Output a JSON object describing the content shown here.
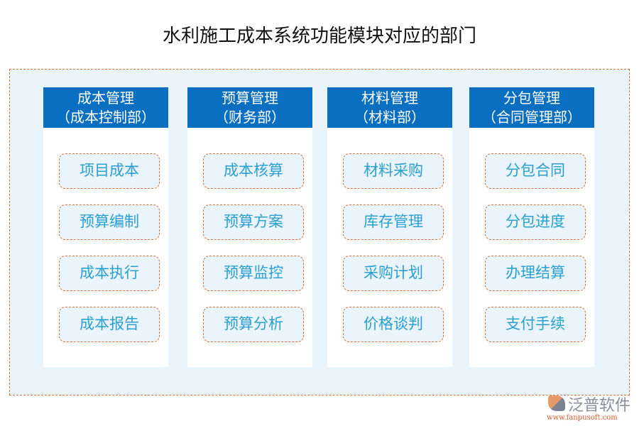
{
  "title": "水利施工成本系统功能模块对应的部门",
  "columns": [
    {
      "title": "成本管理",
      "dept": "（成本控制部）",
      "items": [
        "项目成本",
        "预算编制",
        "成本执行",
        "成本报告"
      ]
    },
    {
      "title": "预算管理",
      "dept": "（财务部）",
      "items": [
        "成本核算",
        "预算方案",
        "预算监控",
        "预算分析"
      ]
    },
    {
      "title": "材料管理",
      "dept": "（材料部）",
      "items": [
        "材料采购",
        "库存管理",
        "采购计划",
        "价格谈判"
      ]
    },
    {
      "title": "分包管理",
      "dept": "（合同管理部）",
      "items": [
        "分包合同",
        "分包进度",
        "办理结算",
        "支付手续"
      ]
    }
  ],
  "logo": {
    "name": "泛普软件",
    "url": "www.fanpusoft.com"
  },
  "colors": {
    "header": "#0a6fc0",
    "border": "#d0743a",
    "item_text": "#2a9fd0",
    "background": "#eaf4fd"
  }
}
